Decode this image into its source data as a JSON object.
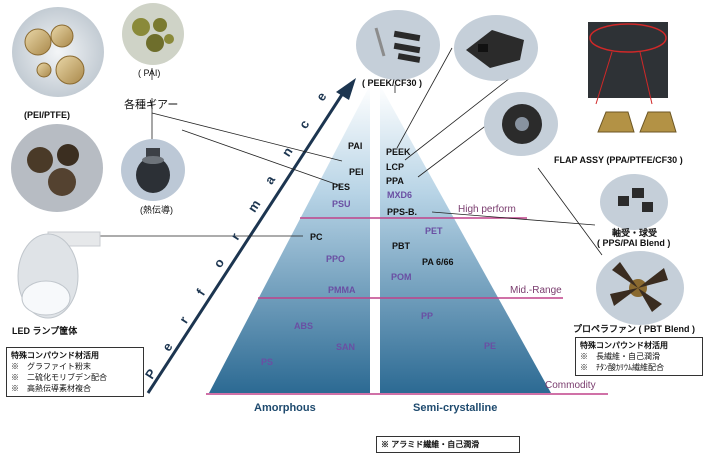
{
  "axis_label": "Performance",
  "categories": {
    "amorphous": "Amorphous",
    "semi": "Semi-crystalline"
  },
  "bands": {
    "high": "High perform",
    "mid": "Mid.-Range",
    "commodity": "Commodity"
  },
  "amorphous_polymers": [
    {
      "name": "PAI",
      "tone": "dark"
    },
    {
      "name": "PEI",
      "tone": "dark"
    },
    {
      "name": "PES",
      "tone": "dark"
    },
    {
      "name": "PSU",
      "tone": "purple"
    },
    {
      "name": "PC",
      "tone": "dark"
    },
    {
      "name": "PPO",
      "tone": "purple"
    },
    {
      "name": "PMMA",
      "tone": "purple"
    },
    {
      "name": "ABS",
      "tone": "purple"
    },
    {
      "name": "SAN",
      "tone": "purple"
    },
    {
      "name": "PS",
      "tone": "purple"
    }
  ],
  "semi_polymers": [
    {
      "name": "PEEK",
      "tone": "dark"
    },
    {
      "name": "LCP",
      "tone": "dark"
    },
    {
      "name": "PPA",
      "tone": "dark"
    },
    {
      "name": "MXD6",
      "tone": "purple"
    },
    {
      "name": "PPS-B.",
      "tone": "dark"
    },
    {
      "name": "PET",
      "tone": "purple"
    },
    {
      "name": "PBT",
      "tone": "dark"
    },
    {
      "name": "PA 6/66",
      "tone": "dark"
    },
    {
      "name": "POM",
      "tone": "purple"
    },
    {
      "name": "PP",
      "tone": "purple"
    },
    {
      "name": "PE",
      "tone": "purple"
    }
  ],
  "left_labels": {
    "pai_top": "( PAI)",
    "gears": "各種ギアー",
    "pei_ptfe": "(PEI/PTFE)",
    "heat": "(熱伝導)",
    "led": "LED ランプ筐体"
  },
  "right_labels": {
    "peek_cf30": "( PEEK/CF30 )",
    "flap": "FLAP ASSY (PPA/PTFE/CF30 )",
    "bearing": "軸受・球受",
    "bearing_sub": "( PPS/PAI Blend )",
    "propeller": "プロペラファン ( PBT Blend )"
  },
  "left_box": {
    "title": "特殊コンパウンド材活用",
    "items": [
      "※　グラファイト粉末",
      "※　二硫化モリブデン配合",
      "※　高熱伝導素材複合"
    ]
  },
  "right_box": {
    "title": "特殊コンパウンド材活用",
    "items": [
      "※　長繊維・自己潤滑",
      "※　ﾁﾀﾝ酸ｶﾘｳﾑ繊維配合"
    ]
  },
  "bottom_box": {
    "text": "※ アラミド繊維・自己潤滑"
  },
  "colors": {
    "navy": "#1c3550",
    "pyramid_left": "#2f6d96",
    "pyramid_right": "#2f6d96",
    "band": "#c0428a",
    "arrow": "#1c3550"
  }
}
